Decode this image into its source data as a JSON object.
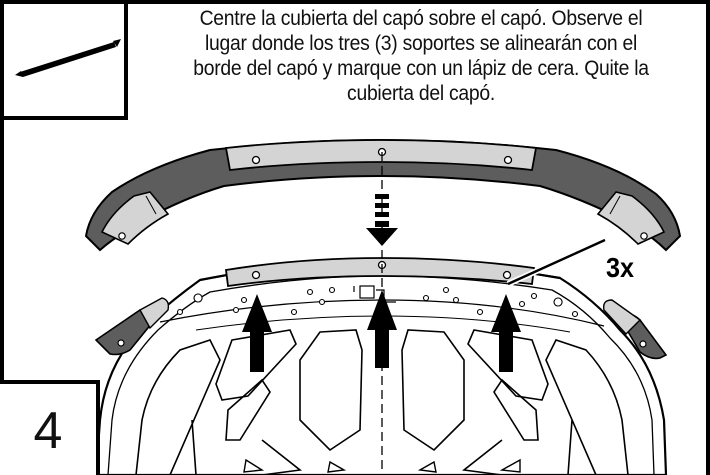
{
  "instruction": {
    "line1": "Centre la cubierta del capó sobre el capó. Observe el",
    "line2": "lugar donde los tres (3) soportes se alinearán con el",
    "line3": "borde del capó y marque con un lápiz de cera. Quite la",
    "line4": "cubierta del capó."
  },
  "step": {
    "number": "4"
  },
  "callout": {
    "quantity": "3x"
  },
  "icons": {
    "tool": "wax-pencil-icon",
    "down_arrow": "dashed-down-arrow-icon",
    "up_arrows": "up-arrow-icon"
  },
  "colors": {
    "cover_fill": "#5d5d5d",
    "bracket_fill": "#d4d4d4",
    "line": "#000000"
  }
}
